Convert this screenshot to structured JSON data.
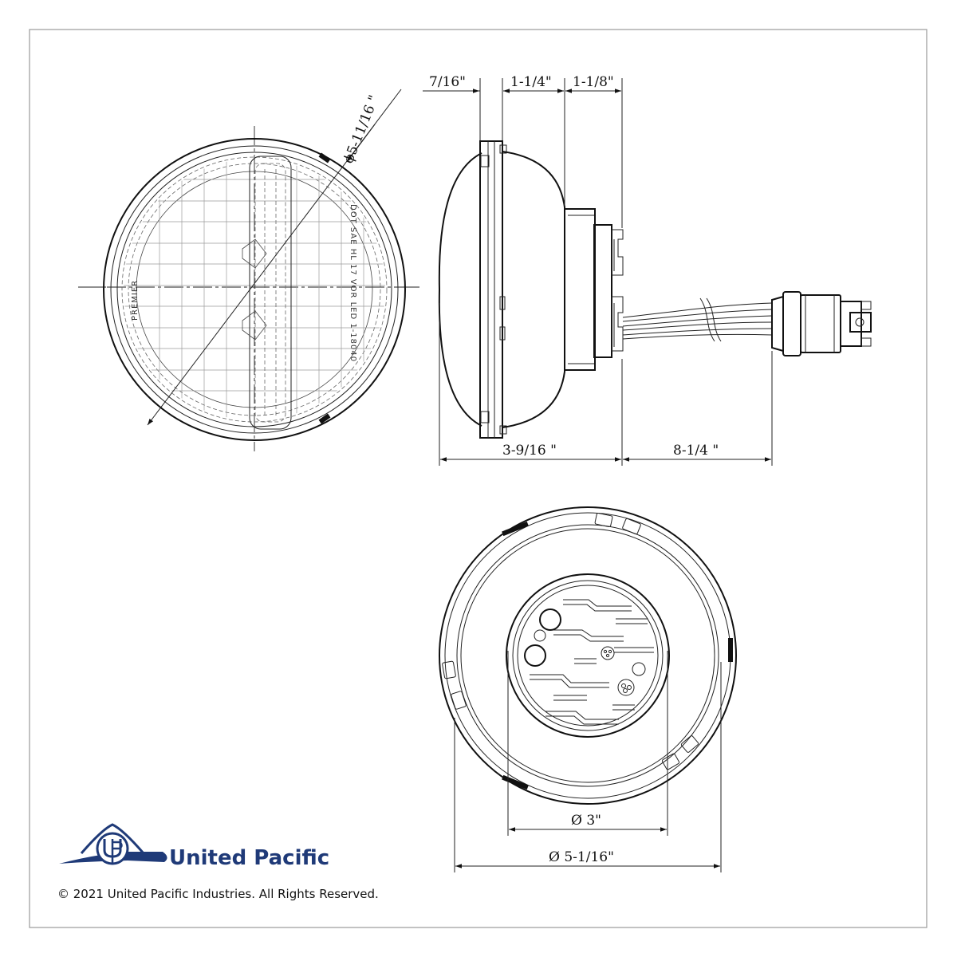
{
  "dimensions": {
    "diameter_front": "ϕ5-11/16 \"",
    "flange_depth": "7/16\"",
    "body_depth": "1-1/4\"",
    "base_depth": "1-1/8\"",
    "overall_depth": "3-9/16 \"",
    "wire_length": "8-1/4 \"",
    "base_diameter": "Ø 3\"",
    "rear_diameter": "Ø 5-1/16\""
  },
  "lens": {
    "brand_mark": "PREMIER",
    "marking": "DOT SAE HL 17 VOR LED 1-18040"
  },
  "logo": {
    "company_name": "United Pacific",
    "brand_color": "#1f3a78"
  },
  "footer": {
    "copyright": "© 2021 United Pacific Industries. All Rights Reserved."
  }
}
